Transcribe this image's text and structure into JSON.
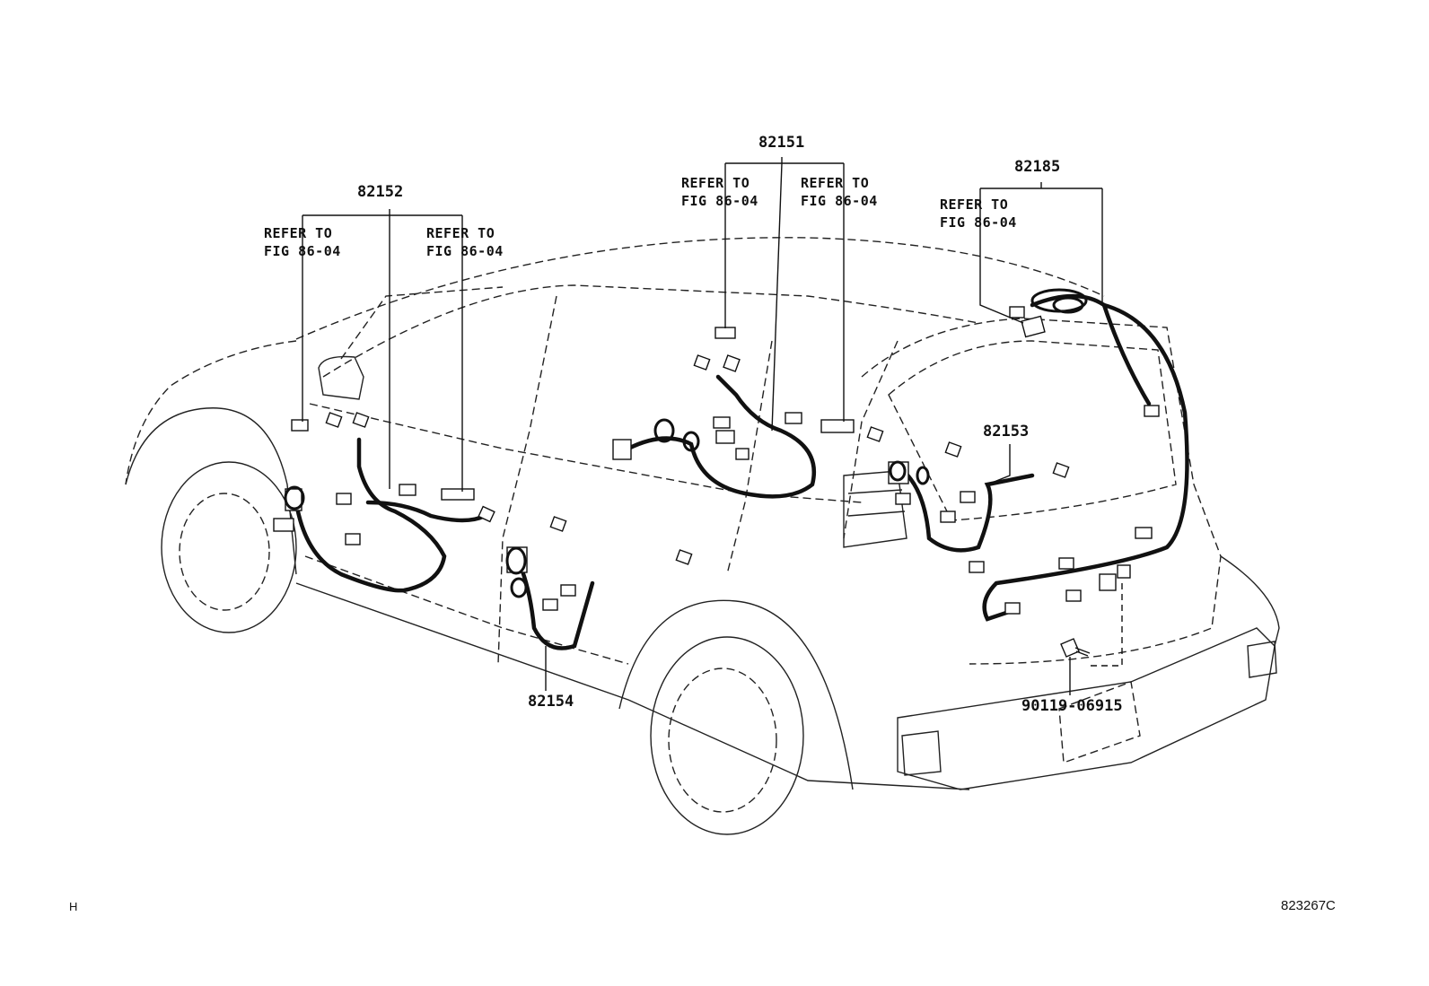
{
  "diagram": {
    "parts": {
      "p82151": "82151",
      "p82152": "82152",
      "p82185": "82185",
      "p82153": "82153",
      "p82154": "82154",
      "p90119": "90119-06915"
    },
    "refer": {
      "line1": "REFER TO",
      "line2": "FIG 86-04"
    },
    "footer": {
      "corner_mark": "H",
      "figure_code": "823267C"
    }
  }
}
